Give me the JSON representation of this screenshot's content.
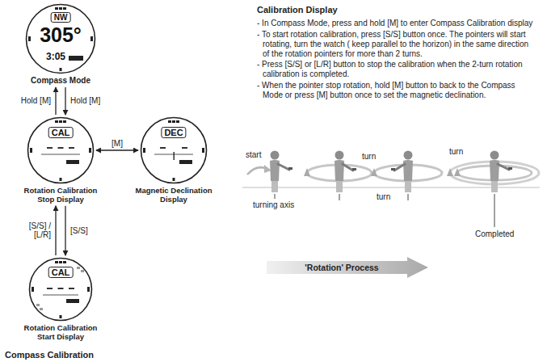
{
  "diagram": {
    "nodes": [
      {
        "text": [
          "NW",
          "305°",
          "3:05",
          "Compass Mode"
        ]
      },
      {
        "text": [
          "Compass Calibration"
        ]
      },
      {
        "text": [
          "CAL",
          "Rotation Calibration Stop Display"
        ],
        "in": 1
      },
      {
        "text": [
          "DEC",
          "Magnetic Declination Display"
        ],
        "in": 1
      },
      {
        "text": [
          "CAL",
          "Rotation Calibration Start Display"
        ],
        "in": 1
      },
      {
        "text": [
          "'Rotation' Process"
        ]
      }
    ],
    "edges": [
      {
        "from": 2,
        "to": 0,
        "label": "Hold [M]",
        "arrow": "to"
      },
      {
        "from": 0,
        "to": 2,
        "label": "Hold [M]",
        "arrow": "to"
      },
      {
        "from": 2,
        "to": 3,
        "label": "[M]",
        "arrow": "both"
      },
      {
        "from": 4,
        "to": 2,
        "label": "[S/S] / [L/R]",
        "arrow": "to"
      },
      {
        "from": 2,
        "to": 4,
        "label": "[S/S]",
        "arrow": "to"
      }
    ],
    "labels": [
      "Calibration Display",
      "- In Compass Mode, press and hold [M] to enter Compass Calibration display",
      "- To start rotation calibration, press [S/S] button once. The pointers will start rotating, turn the watch ( keep parallel to the horizon) in the same direction of the rotation pointers for more than 2 turns.",
      "- Press [S/S] or [L/R] button to stop the calibration when the 2-turn rotation calibration is completed.",
      "- When the pointer stop rotation, hold [M] button to back to the Compass Mode or press [M] button once to set the magnetic declination.",
      "start",
      "turning axis",
      "turn",
      "turn",
      "turn",
      "Completed"
    ]
  }
}
